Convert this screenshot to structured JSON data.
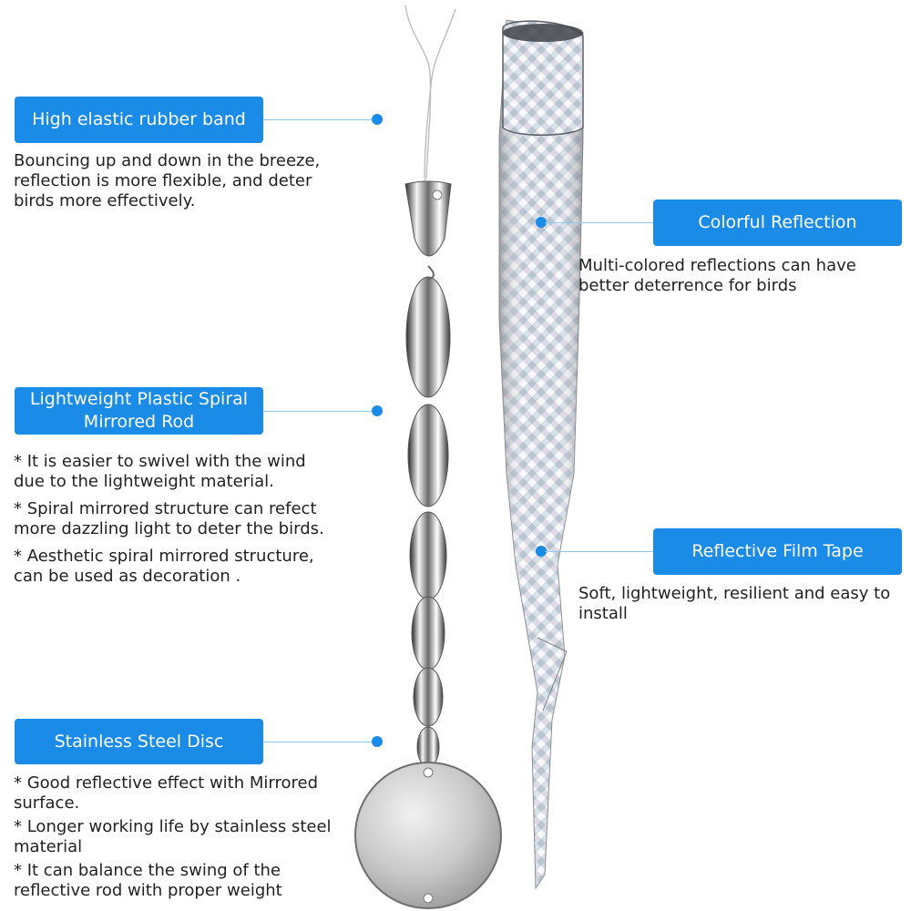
{
  "colors": {
    "accent": "#1a8ce8",
    "connector": "#8fc6ef",
    "text": "#222222",
    "background": "#ffffff"
  },
  "labels": {
    "rubber_band": {
      "title": "High elastic rubber band",
      "description": [
        "Bouncing up and down in the breeze, reflection is more flexible, and deter birds more effectively."
      ]
    },
    "spiral_rod": {
      "title_line1": "Lightweight Plastic Spiral",
      "title_line2": "Mirrored Rod",
      "description": [
        "* It is easier to swivel with the wind due to the lightweight material.",
        "* Spiral mirrored structure can refect more dazzling light to deter the birds.",
        "* Aesthetic spiral mirrored structure, can be used as decoration ."
      ]
    },
    "steel_disc": {
      "title": "Stainless Steel Disc",
      "description": [
        "* Good reflective effect with Mirrored surface.",
        "* Longer working life by stainless steel material",
        "* It can balance the swing of the reflective rod with proper weight"
      ]
    },
    "colorful_reflection": {
      "title": "Colorful Reflection",
      "description": [
        "Multi-colored reflections can have better deterrence for birds"
      ]
    },
    "film_tape": {
      "title": "Reflective Film Tape",
      "description": [
        "Soft, lightweight, resilient and easy to install"
      ]
    }
  },
  "icons": {
    "spiral_rod": "spiral-rod-illustration",
    "tape_roll": "holographic-tape-illustration",
    "disc": "steel-disc-illustration"
  }
}
